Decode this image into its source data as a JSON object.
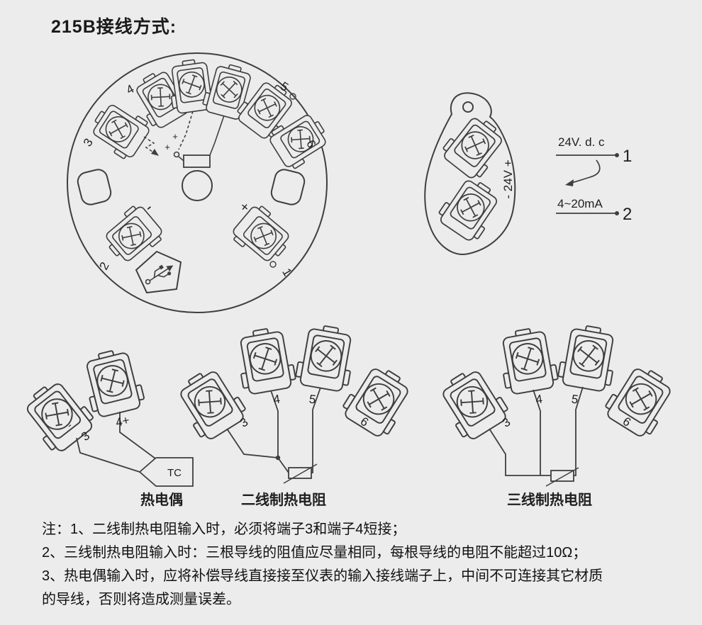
{
  "title": "215B接线方式:",
  "transmitter_head": {
    "terminal_3": "3",
    "terminal_4": "4",
    "terminal_5": "5",
    "terminal_6": "6",
    "minus": "-",
    "plus": "+",
    "screw_2": "2",
    "screw_1": "1",
    "jumper_plus": "+"
  },
  "power_side": {
    "label": "- 24V +"
  },
  "loop_schematic": {
    "supply": "24V. d. c",
    "terminal_1": "1",
    "signal": "4~20mA",
    "terminal_2": "2"
  },
  "thermocouple": {
    "minus": "-",
    "terminal_3": "3",
    "terminal_4": "4+",
    "sensor": "TC",
    "caption": "热电偶"
  },
  "rtd_two_wire": {
    "terminal_3": "3",
    "terminal_4": "4",
    "terminal_5": "5",
    "terminal_6": "6",
    "caption": "二线制热电阻"
  },
  "rtd_three_wire": {
    "terminal_3": "3",
    "terminal_4": "4",
    "terminal_5": "5",
    "terminal_6": "6",
    "caption": "三线制热电阻"
  },
  "notes": {
    "line1": "注：1、二线制热电阻输入时，必须将端子3和端子4短接；",
    "line2": "2、三线制热电阻输入时：三根导线的阻值应尽量相同，每根导线的电阻不能超过10Ω；",
    "line3": "3、热电偶输入时，应将补偿导线直接接至仪表的输入接线端子上，中间不可连接其它材质",
    "line4": "的导线，否则将造成测量误差。"
  }
}
